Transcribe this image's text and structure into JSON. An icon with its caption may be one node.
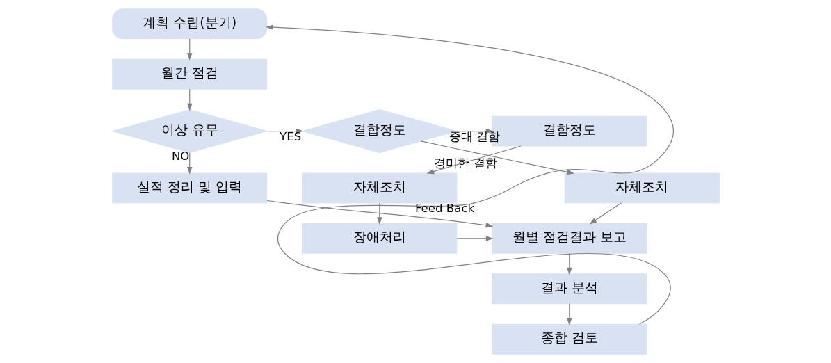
{
  "diagram": {
    "nodes": [
      {
        "text": [
          "계획 수립(분기)"
        ]
      },
      {
        "text": [
          "월간 점검"
        ]
      },
      {
        "text": [
          "이상 유무"
        ]
      },
      {
        "text": [
          "결합정도"
        ]
      },
      {
        "text": [
          "결함정도"
        ]
      },
      {
        "text": [
          "실적 정리 및 입력"
        ]
      },
      {
        "text": [
          "자체조치"
        ]
      },
      {
        "text": [
          "자체조치"
        ]
      },
      {
        "text": [
          "월별 점검결과 보고"
        ]
      },
      {
        "text": [
          "장애처리"
        ]
      },
      {
        "text": [
          "결과 분석"
        ]
      },
      {
        "text": [
          "종합 검토"
        ]
      }
    ],
    "edges": [
      {
        "from": 0,
        "to": 1,
        "arrow": "to"
      },
      {
        "from": 1,
        "to": 2,
        "arrow": "to"
      },
      {
        "from": 2,
        "to": 3,
        "arrow": "to",
        "label": "YES"
      },
      {
        "from": 3,
        "to": 4,
        "arrow": "to",
        "label": "중대 결함"
      },
      {
        "from": 2,
        "to": 5,
        "arrow": "to",
        "label": "NO"
      },
      {
        "from": 3,
        "to": 6,
        "arrow": "to",
        "label": "경미한 결함"
      },
      {
        "from": 4,
        "to": 7,
        "arrow": "to"
      },
      {
        "from": 7,
        "to": 9,
        "arrow": "to"
      },
      {
        "from": 5,
        "to": 8,
        "arrow": "to"
      },
      {
        "from": 6,
        "to": 8,
        "arrow": "to"
      },
      {
        "from": 9,
        "to": 8,
        "arrow": "to"
      },
      {
        "from": 8,
        "to": 10,
        "arrow": "to"
      },
      {
        "from": 10,
        "to": 11,
        "arrow": "to"
      },
      {
        "from": 11,
        "to": 0,
        "arrow": "to",
        "label": "Feed Back"
      }
    ]
  }
}
